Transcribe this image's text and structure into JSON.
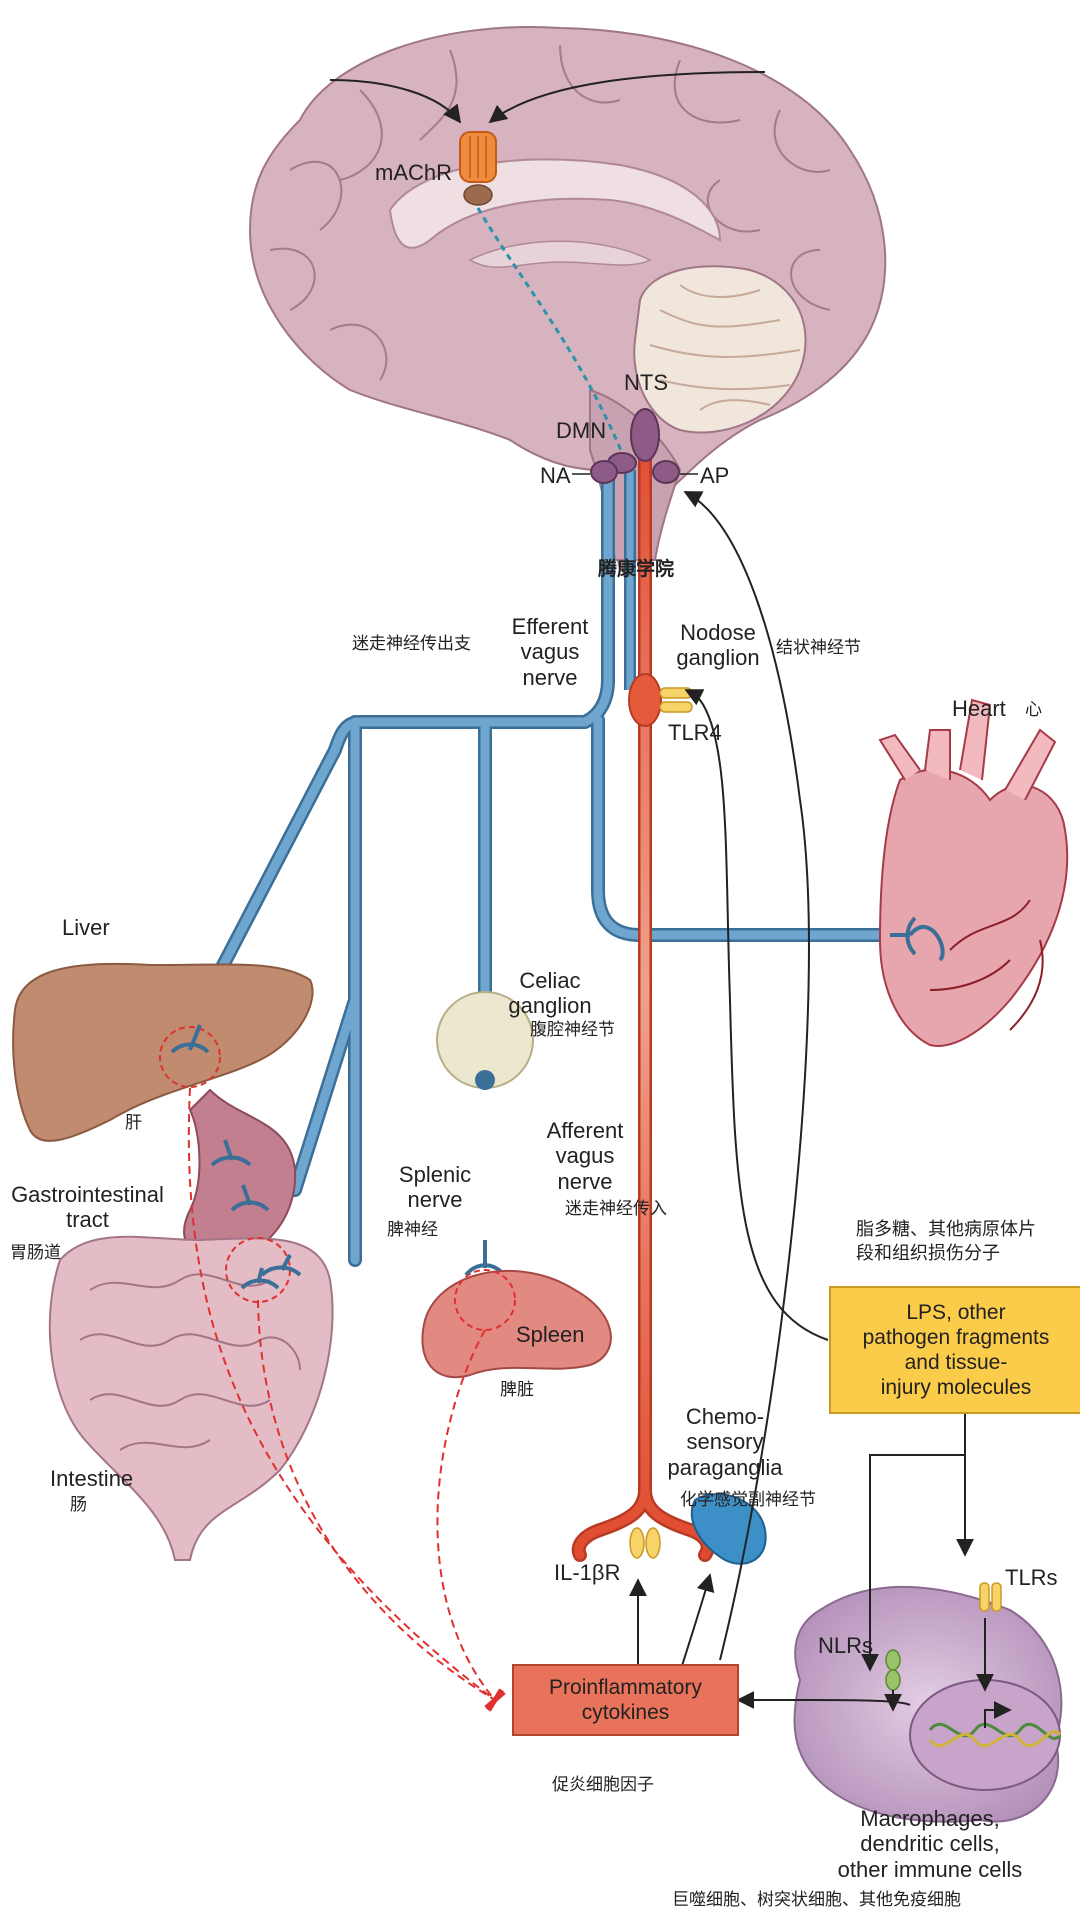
{
  "labels": {
    "machr": "mAChR",
    "nts": "NTS",
    "dmn": "DMN",
    "na": "NA",
    "ap": "AP",
    "watermark": "腾康学院",
    "efferent_zh": "迷走神经传出支",
    "efferent": "Efferent\nvagus\nnerve",
    "nodose": "Nodose\nganglion",
    "nodose_zh": "结状神经节",
    "tlr4": "TLR4",
    "heart": "Heart",
    "heart_zh": "心",
    "liver": "Liver",
    "liver_zh": "肝",
    "celiac": "Celiac\nganglion",
    "celiac_zh": "腹腔神经节",
    "afferent": "Afferent\nvagus\nnerve",
    "afferent_zh": "迷走神经传入",
    "gi": "Gastrointestinal\ntract",
    "gi_zh": "胃肠道",
    "splenic": "Splenic\nnerve",
    "splenic_zh": "脾神经",
    "spleen": "Spleen",
    "spleen_zh": "脾脏",
    "lps_zh": "脂多糖、其他病原体片\n段和组织损伤分子",
    "lps": "LPS, other\npathogen fragments\nand tissue-\ninjury molecules",
    "intestine": "Intestine",
    "intestine_zh": "肠",
    "chemo": "Chemo-\nsensory\nparaganglia",
    "chemo_zh": "化学感觉副神经节",
    "il1br": "IL-1βR",
    "tlrs": "TLRs",
    "nlrs": "NLRs",
    "cytokines": "Proinflammatory\ncytokines",
    "cytokines_zh": "促炎细胞因子",
    "macrophages": "Macrophages,\ndendritic cells,\nother immune cells",
    "macrophages_zh": "巨噬细胞、树突状细胞、其他免疫细胞"
  },
  "colors": {
    "efferent_nerve": "#6fa6cf",
    "afferent_nerve": "#e15a3c",
    "brain": "#d7b2bf",
    "lps_box": "#fbcb4a",
    "cytokine_box": "#e8735a",
    "immune_cell": "#c8a4cb",
    "inhibition": "#e03030"
  },
  "icons": [
    "brain-icon",
    "heart-icon",
    "liver-icon",
    "stomach-icon",
    "intestine-icon",
    "spleen-icon",
    "receptor-icon",
    "dna-icon",
    "ganglion-icon"
  ]
}
